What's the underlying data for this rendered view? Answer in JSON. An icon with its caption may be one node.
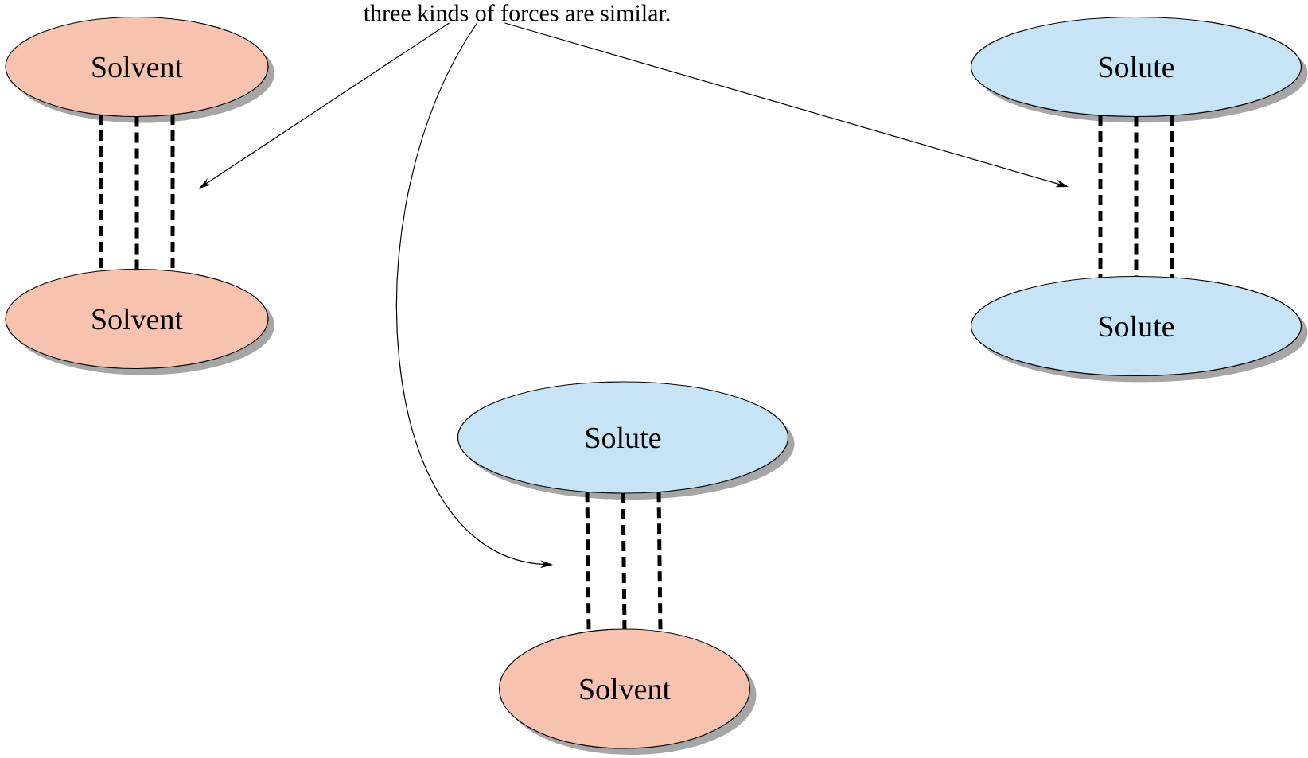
{
  "diagram": {
    "nodes": [
      {
        "text": [
          "three kinds of forces are similar."
        ]
      },
      {
        "text": [
          "Solvent"
        ]
      },
      {
        "text": [
          "Solvent"
        ]
      },
      {
        "text": [
          "Solute"
        ]
      },
      {
        "text": [
          "Solute"
        ]
      },
      {
        "text": [
          "Solute"
        ]
      },
      {
        "text": [
          "Solvent"
        ]
      }
    ],
    "edges": [
      {
        "from": 0,
        "to": null,
        "arrow": "to"
      },
      {
        "from": 0,
        "to": null,
        "arrow": "to"
      },
      {
        "from": 0,
        "to": null,
        "arrow": "to"
      },
      {
        "from": 1,
        "to": 2,
        "arrow": "none",
        "style": "dashed"
      },
      {
        "from": 1,
        "to": 2,
        "arrow": "none",
        "style": "dashed"
      },
      {
        "from": 1,
        "to": 2,
        "arrow": "none",
        "style": "dashed"
      },
      {
        "from": 3,
        "to": 4,
        "arrow": "none",
        "style": "dashed"
      },
      {
        "from": 3,
        "to": 4,
        "arrow": "none",
        "style": "dashed"
      },
      {
        "from": 3,
        "to": 4,
        "arrow": "none",
        "style": "dashed"
      },
      {
        "from": 5,
        "to": 6,
        "arrow": "none",
        "style": "dashed"
      },
      {
        "from": 5,
        "to": 6,
        "arrow": "none",
        "style": "dashed"
      },
      {
        "from": 5,
        "to": 6,
        "arrow": "none",
        "style": "dashed"
      }
    ]
  }
}
